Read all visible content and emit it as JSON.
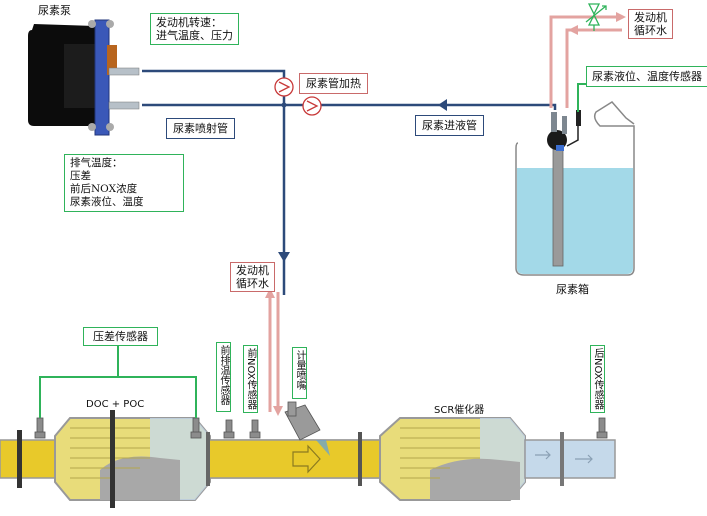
{
  "title": "SCR尿素喷射系统示意图",
  "components": {
    "pump": {
      "label": "尿素泵"
    },
    "tank": {
      "label": "尿素箱"
    },
    "doc_poc": {
      "label": "DOC + POC"
    },
    "scr": {
      "label": "SCR催化器"
    }
  },
  "labels": {
    "engine_inputs": [
      "发动机转速：",
      "进气温度、压力"
    ],
    "pipe_heating": "尿素管加热",
    "injection_pipe": "尿素喷射管",
    "supply_pipe": "尿素进液管",
    "coolant_top": [
      "发动机",
      "循环水"
    ],
    "coolant_mid": [
      "发动机",
      "循环水"
    ],
    "tank_sensor": "尿素液位、温度传感器",
    "sensor_inputs": [
      "排气温度：",
      "压差",
      "前后NOX浓度",
      "尿素液位、温度"
    ],
    "dp_sensor": "压差传感器",
    "front_temp_sensor": "前排温传感器",
    "front_nox_sensor": "前NOX传感器",
    "dosing_nozzle": "计量喷嘴",
    "rear_nox_sensor": "后NOX传感器"
  },
  "colors": {
    "urea_line": "#2d4a7a",
    "coolant_line": "#e3a3a0",
    "sensor_line": "#2fb35a",
    "exhaust_gas": "#e8c92a",
    "clean_gas": "#c5d9ea",
    "urea_fluid": "#a3d9e8"
  }
}
